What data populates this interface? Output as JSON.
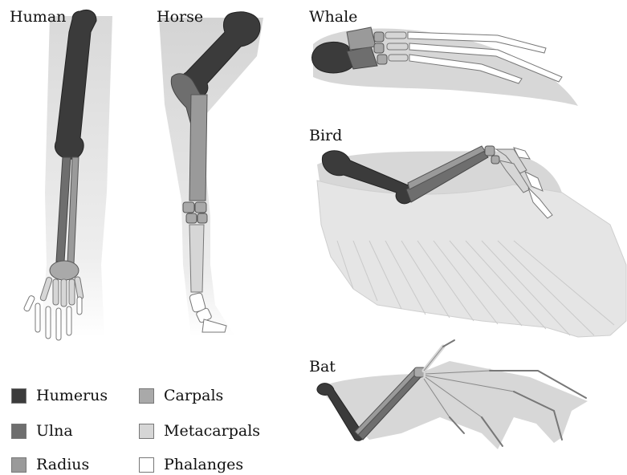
{
  "labels": {
    "human": "Human",
    "horse": "Horse",
    "whale": "Whale",
    "bird": "Bird",
    "bat": "Bat"
  },
  "legend": [
    {
      "label": "Humerus",
      "color": "#3b3b3b"
    },
    {
      "label": "Ulna",
      "color": "#6e6e6e"
    },
    {
      "label": "Radius",
      "color": "#9a9a9a"
    },
    {
      "label": "Carpals",
      "color": "#a9a9a9"
    },
    {
      "label": "Metacarpals",
      "color": "#d6d6d6"
    },
    {
      "label": "Phalanges",
      "color": "#ffffff"
    }
  ],
  "colors": {
    "flesh": "#d7d7d7",
    "humerus": "#3b3b3b",
    "ulna": "#6e6e6e",
    "radius": "#9a9a9a",
    "carpals": "#a9a9a9",
    "metacarpals": "#d6d6d6",
    "phalanges": "#ffffff"
  }
}
